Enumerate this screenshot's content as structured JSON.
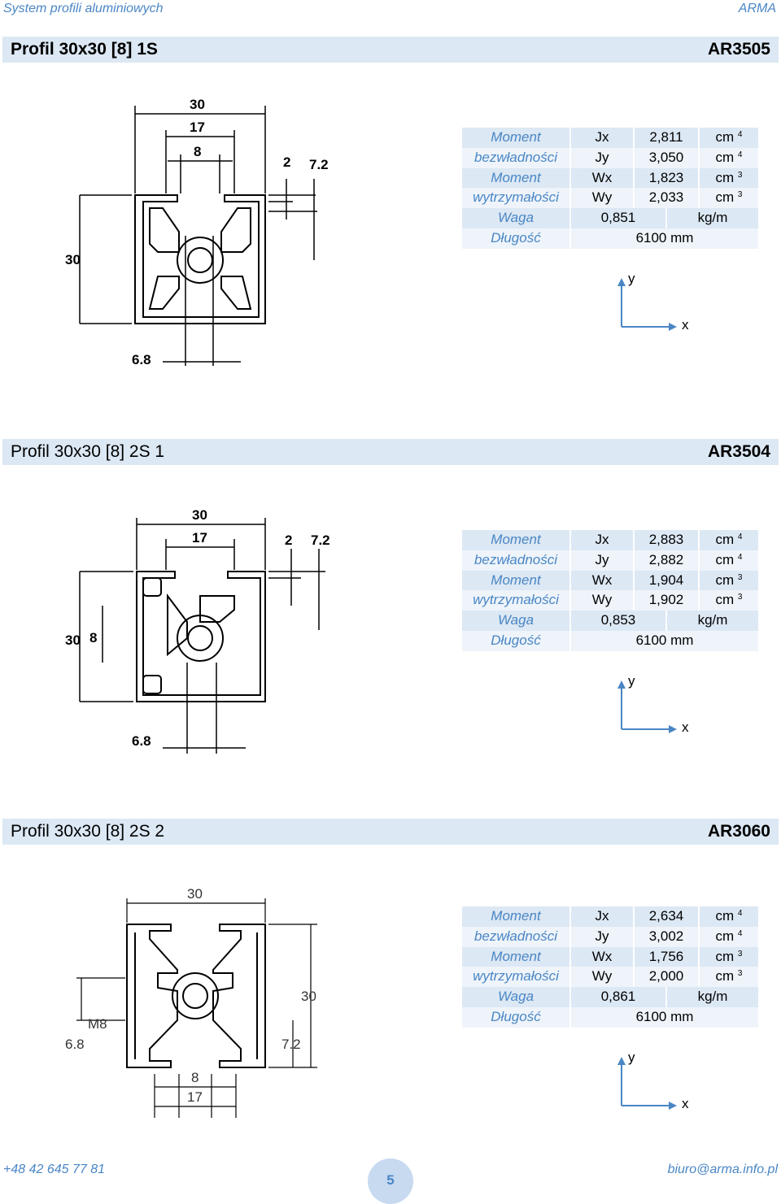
{
  "header": {
    "left": "System profili aluminiowych",
    "right": "ARMA"
  },
  "profiles": [
    {
      "title": "Profil 30x30 [8] 1S",
      "code": "AR3505",
      "moment_label_1": "Moment",
      "moment_label_2": "bezwładności",
      "wmoment_label_1": "Moment",
      "wmoment_label_2": "wytrzymałości",
      "rows": [
        {
          "sym": "Jx",
          "val": "2,811",
          "unit": "cm",
          "exp": "4"
        },
        {
          "sym": "Jy",
          "val": "3,050",
          "unit": "cm",
          "exp": "4"
        },
        {
          "sym": "Wx",
          "val": "1,823",
          "unit": "cm",
          "exp": "3"
        },
        {
          "sym": "Wy",
          "val": "2,033",
          "unit": "cm",
          "exp": "3"
        }
      ],
      "weight_label": "Waga",
      "weight": "0,851",
      "weight_unit": "kg/m",
      "length_label": "Długość",
      "length": "6100 mm",
      "dims": {
        "d30": "30",
        "d17": "17",
        "d8": "8",
        "d2": "2",
        "d72": "7.2",
        "dv30": "30",
        "d68": "6.8"
      }
    },
    {
      "title": "Profil 30x30 [8] 2S 1",
      "code": "AR3504",
      "moment_label_1": "Moment",
      "moment_label_2": "bezwładności",
      "wmoment_label_1": "Moment",
      "wmoment_label_2": "wytrzymałości",
      "rows": [
        {
          "sym": "Jx",
          "val": "2,883",
          "unit": "cm",
          "exp": "4"
        },
        {
          "sym": "Jy",
          "val": "2,882",
          "unit": "cm",
          "exp": "4"
        },
        {
          "sym": "Wx",
          "val": "1,904",
          "unit": "cm",
          "exp": "3"
        },
        {
          "sym": "Wy",
          "val": "1,902",
          "unit": "cm",
          "exp": "3"
        }
      ],
      "weight_label": "Waga",
      "weight": "0,853",
      "weight_unit": "kg/m",
      "length_label": "Długość",
      "length": "6100 mm",
      "dims": {
        "d30": "30",
        "d17": "17",
        "d8": "8",
        "d2": "2",
        "d72": "7.2",
        "dv30": "30",
        "d68": "6.8"
      }
    },
    {
      "title": "Profil 30x30 [8] 2S 2",
      "code": "AR3060",
      "moment_label_1": "Moment",
      "moment_label_2": "bezwładności",
      "wmoment_label_1": "Moment",
      "wmoment_label_2": "wytrzymałości",
      "rows": [
        {
          "sym": "Jx",
          "val": "2,634",
          "unit": "cm",
          "exp": "4"
        },
        {
          "sym": "Jy",
          "val": "3,002",
          "unit": "cm",
          "exp": "4"
        },
        {
          "sym": "Wx",
          "val": "1,756",
          "unit": "cm",
          "exp": "3"
        },
        {
          "sym": "Wy",
          "val": "2,000",
          "unit": "cm",
          "exp": "3"
        }
      ],
      "weight_label": "Waga",
      "weight": "0,861",
      "weight_unit": "kg/m",
      "length_label": "Długość",
      "length": "6100 mm",
      "dims": {
        "d30": "30",
        "d17": "17",
        "d8": "8",
        "dm8": "M8",
        "d72": "7.2",
        "dv30": "30",
        "d68": "6.8"
      }
    }
  ],
  "axes": {
    "x": "x",
    "y": "y"
  },
  "footer": {
    "phone": "+48 42 645 77 81",
    "page": "5",
    "email": "biuro@arma.info.pl"
  },
  "colors": {
    "accent": "#4a86c5",
    "band": "#dce8f4",
    "axis": "#4a86c5"
  }
}
